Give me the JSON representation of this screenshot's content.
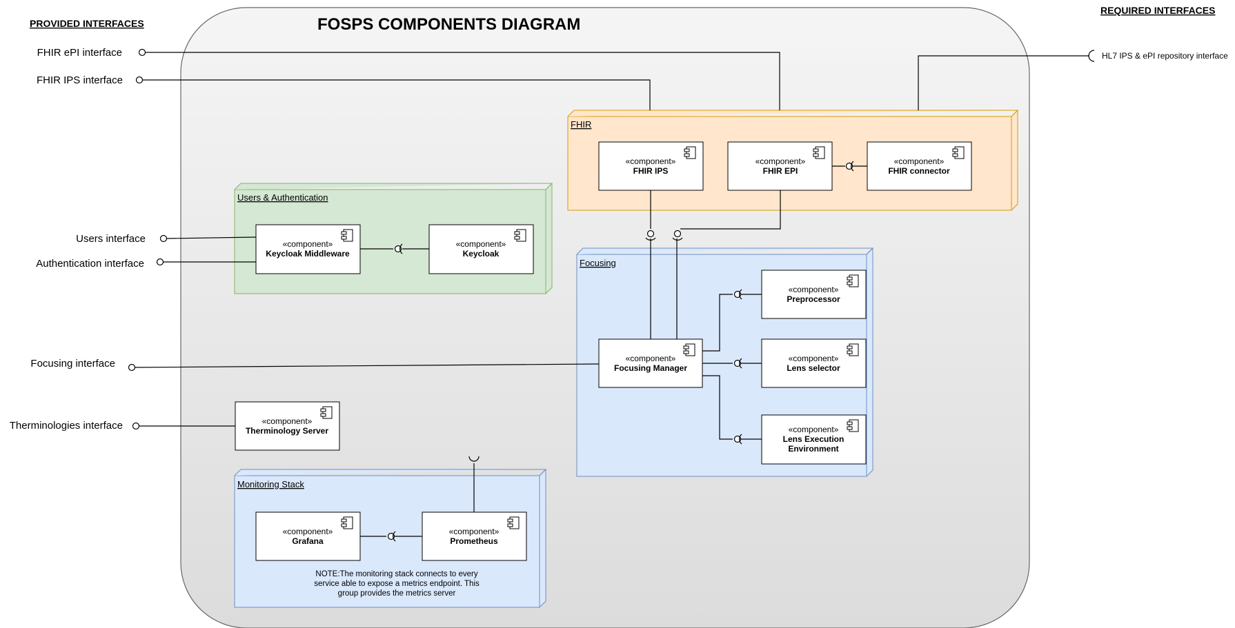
{
  "title": "FOSPS COMPONENTS DIAGRAM",
  "headers": {
    "provided": "PROVIDED INTERFACES",
    "required": "REQUIRED INTERFACES"
  },
  "interfaces": {
    "fhir_epi": "FHIR ePI interface",
    "fhir_ips": "FHIR IPS interface",
    "users": "Users interface",
    "auth": "Authentication interface",
    "focusing": "Focusing interface",
    "terminologies": "Therminologies interface",
    "hl7_repo": "HL7 IPS & ePI repository interface"
  },
  "groups": {
    "fhir": "FHIR",
    "users_auth": "Users & Authentication",
    "focusing": "Focusing",
    "monitoring": "Monitoring Stack"
  },
  "stereotype": "«component»",
  "components": {
    "fhir_ips": "FHIR IPS",
    "fhir_epi": "FHIR EPI",
    "fhir_connector": "FHIR connector",
    "keycloak_middleware": "Keycloak Middleware",
    "keycloak": "Keycloak",
    "preprocessor": "Preprocessor",
    "focusing_manager": "Focusing Manager",
    "lens_selector": "Lens selector",
    "lens_exec_line1": "Lens Execution",
    "lens_exec_line2": "Environment",
    "therminology_server": "Therminology Server",
    "grafana": "Grafana",
    "prometheus": "Prometheus"
  },
  "note": {
    "line1": "NOTE:The monitoring stack connects to every",
    "line2": "service able to expose a metrics endpoint. This",
    "line3": "group provides the metrics server"
  },
  "colors": {
    "fhir_fill": "#ffe6cc",
    "fhir_stroke": "#d79b00",
    "users_fill": "#d5e8d4",
    "users_stroke": "#82b366",
    "blue_fill": "#dae8fc",
    "blue_stroke": "#6c8ebf",
    "container_top": "#f5f5f5",
    "container_bottom": "#dcdcdc",
    "container_stroke": "#666666"
  }
}
